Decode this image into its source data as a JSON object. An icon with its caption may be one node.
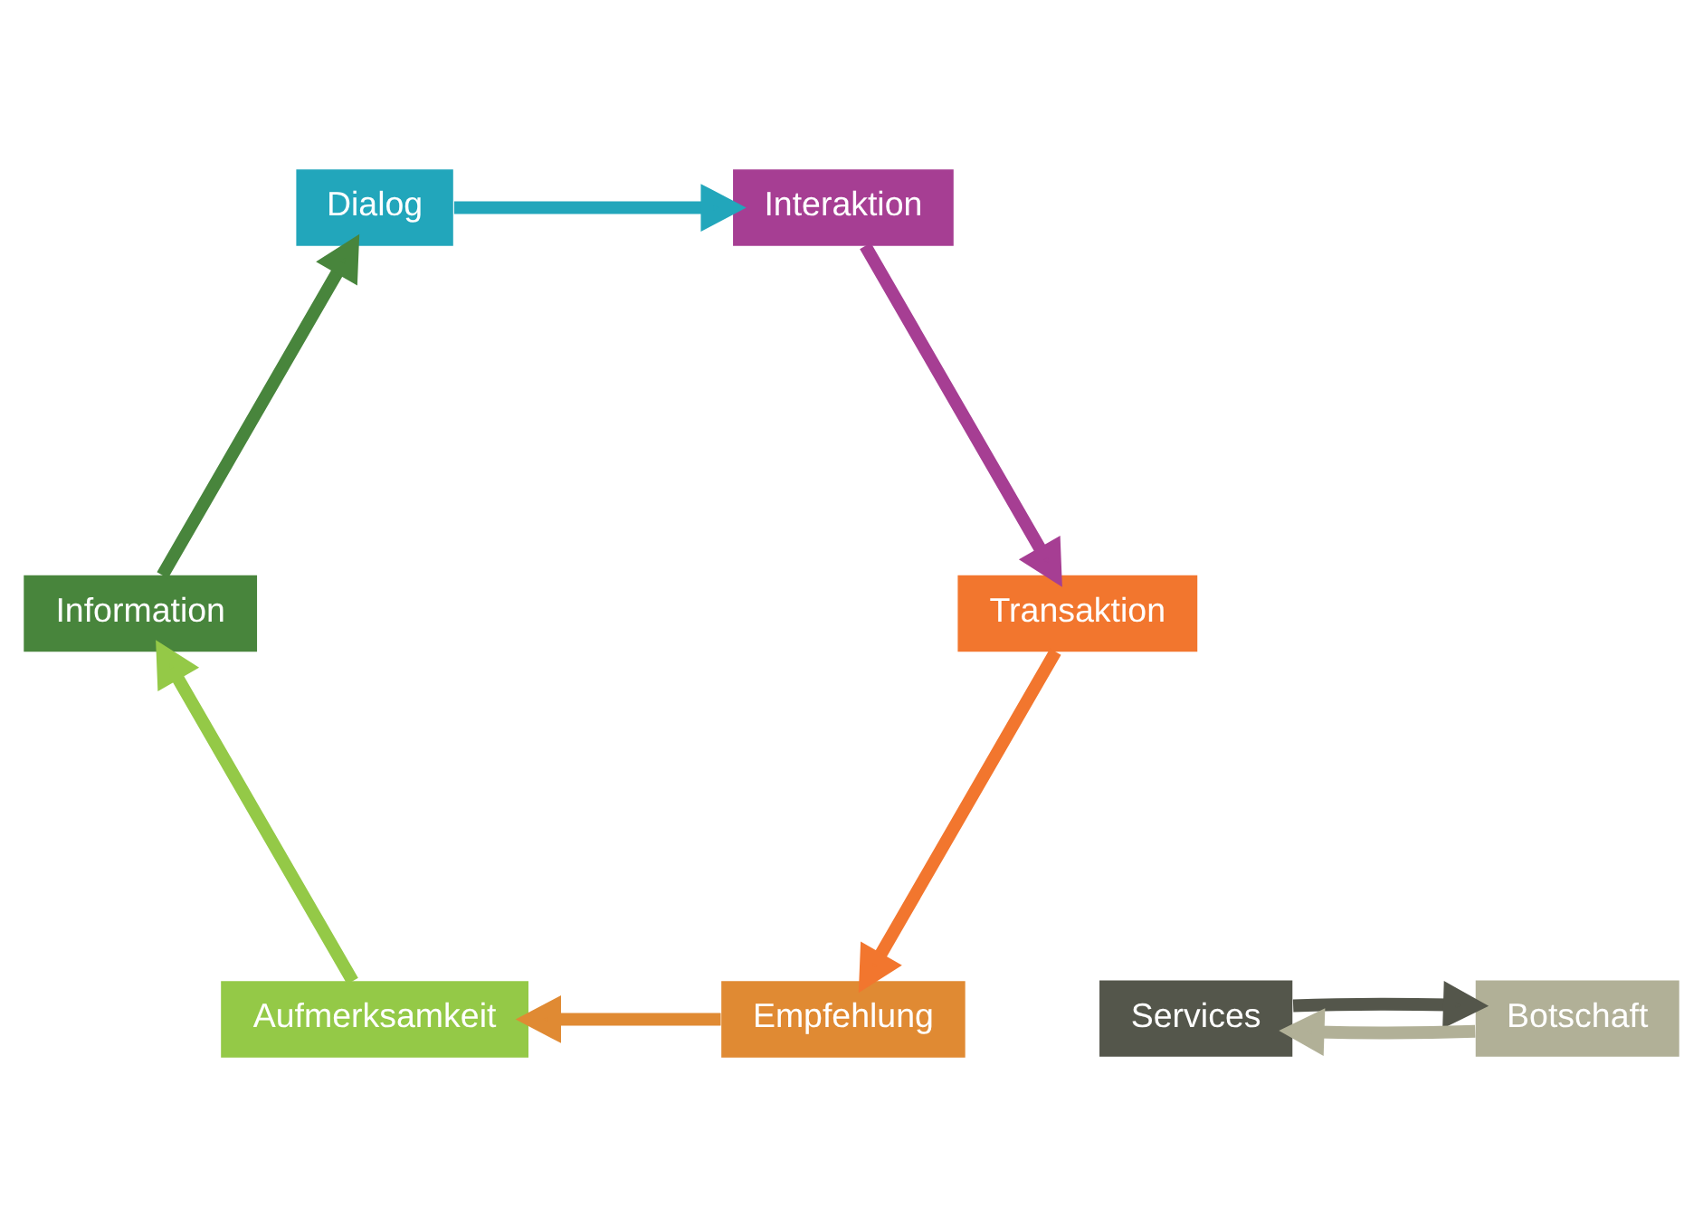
{
  "diagram": {
    "nodes": [
      {
        "text": [
          "Empfehlung"
        ]
      },
      {
        "text": [
          "Aufmerksamkeit"
        ]
      },
      {
        "text": [
          "Transaktion"
        ]
      },
      {
        "text": [
          "Services"
        ]
      },
      {
        "text": [
          "Botschaft"
        ]
      },
      {
        "text": [
          "Information"
        ]
      },
      {
        "text": [
          "Interaktion"
        ]
      },
      {
        "text": [
          "Dialog"
        ]
      }
    ],
    "edges": [
      {
        "from": 1,
        "to": 5,
        "arrow": "to",
        "color": "#94c947"
      },
      {
        "from": 5,
        "to": 7,
        "arrow": "to",
        "color": "#48853c"
      },
      {
        "from": 7,
        "to": 6,
        "arrow": "to",
        "color": "#22a6bb"
      },
      {
        "from": 6,
        "to": 2,
        "arrow": "to",
        "color": "#a63e93"
      },
      {
        "from": 2,
        "to": 0,
        "arrow": "to",
        "color": "#f2762e"
      },
      {
        "from": 0,
        "to": 1,
        "arrow": "to",
        "color": "#e08a33"
      },
      {
        "from": 4,
        "to": 3,
        "arrow": "to",
        "color": "#b1b097"
      },
      {
        "from": 3,
        "to": 4,
        "arrow": "to",
        "color": "#54564b"
      }
    ]
  }
}
